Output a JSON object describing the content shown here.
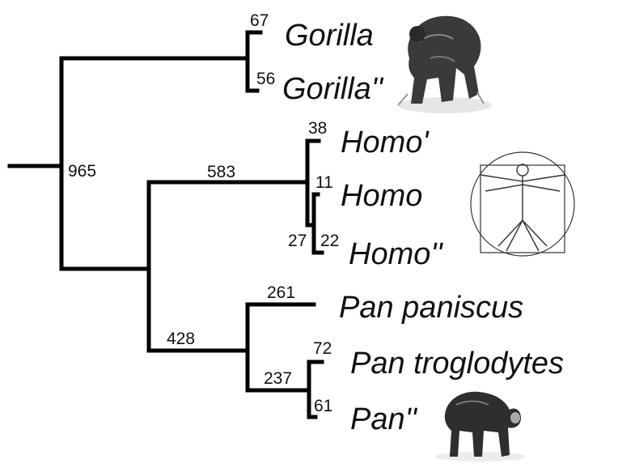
{
  "tree": {
    "taxa": [
      {
        "id": "gorilla1",
        "name": "Gorilla",
        "value": "67"
      },
      {
        "id": "gorilla2",
        "name": "Gorilla''",
        "value": "56"
      },
      {
        "id": "homo1",
        "name": "Homo'",
        "value": "38"
      },
      {
        "id": "homo2",
        "name": "Homo",
        "value": "11"
      },
      {
        "id": "homo3",
        "name": "Homo''",
        "value": "22"
      },
      {
        "id": "pan_paniscus",
        "name": "Pan paniscus",
        "value": "261"
      },
      {
        "id": "pan_troglodytes",
        "name": "Pan troglodytes",
        "value": "72"
      },
      {
        "id": "pan3",
        "name": "Pan''",
        "value": "61"
      }
    ],
    "internal": {
      "root": "965",
      "homo_clade": "583",
      "pan_homo_clade": "428",
      "pan_trog_clade": "237",
      "homo_inner": "27"
    }
  },
  "illustrations": [
    {
      "name": "gorilla-illustration-icon"
    },
    {
      "name": "vitruvian-man-illustration-icon"
    },
    {
      "name": "chimpanzee-illustration-icon"
    }
  ]
}
